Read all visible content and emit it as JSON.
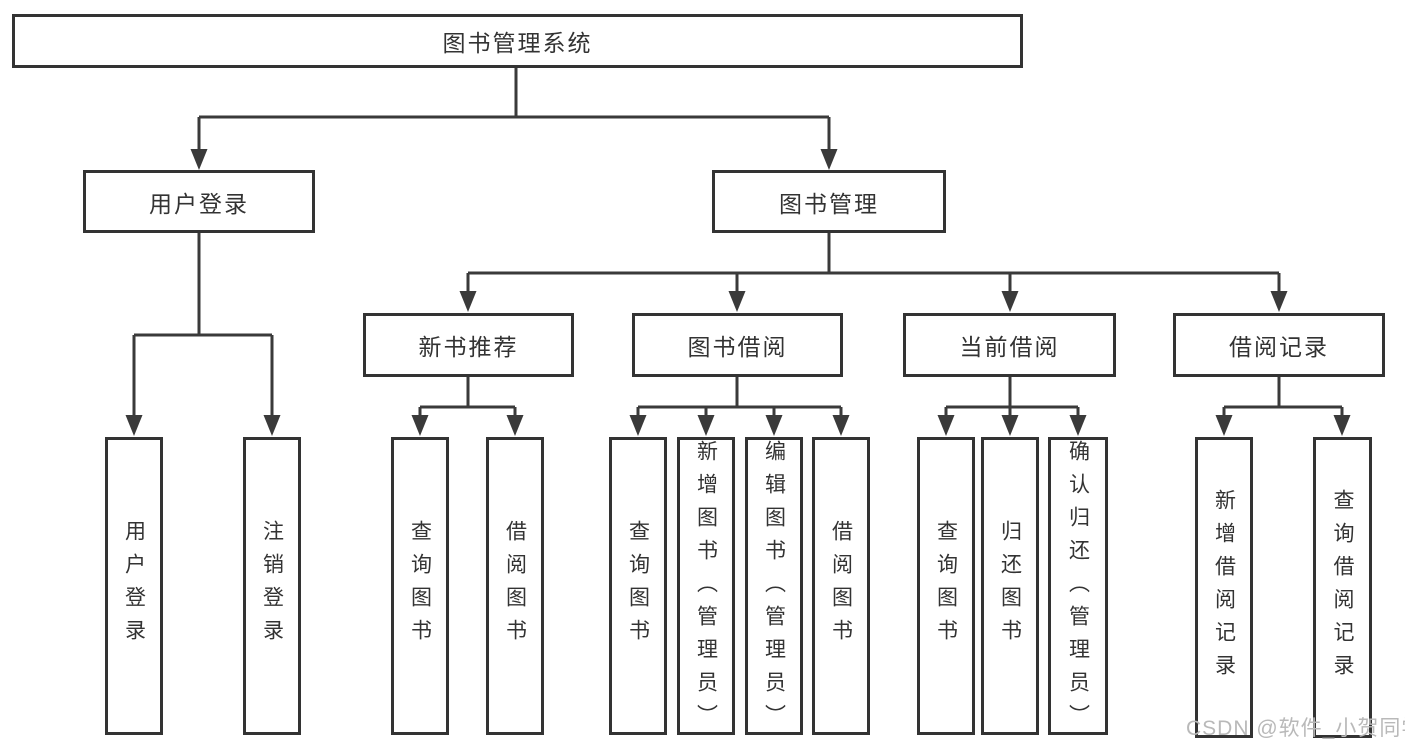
{
  "tree": {
    "root": {
      "label": "图书管理系统"
    },
    "branches": [
      {
        "label": "用户登录",
        "children": [
          {
            "label": "用户登录"
          },
          {
            "label": "注销登录"
          }
        ]
      },
      {
        "label": "图书管理",
        "children": [
          {
            "label": "新书推荐",
            "children": [
              {
                "label": "查询图书"
              },
              {
                "label": "借阅图书"
              }
            ]
          },
          {
            "label": "图书借阅",
            "children": [
              {
                "label": "查询图书"
              },
              {
                "label": "新增图书（管理员）"
              },
              {
                "label": "编辑图书（管理员）"
              },
              {
                "label": "借阅图书"
              }
            ]
          },
          {
            "label": "当前借阅",
            "children": [
              {
                "label": "查询图书"
              },
              {
                "label": "归还图书"
              },
              {
                "label": "确认归还（管理员）"
              }
            ]
          },
          {
            "label": "借阅记录",
            "children": [
              {
                "label": "新增借阅记录"
              },
              {
                "label": "查询借阅记录"
              }
            ]
          }
        ]
      }
    ]
  },
  "watermark": {
    "text": "CSDN @软件_小贺同学"
  },
  "colors": {
    "line": "#3a3a3a",
    "box_border": "#333333",
    "box_background": "#ffffff",
    "label_text": "#333333",
    "watermark_text": "#b9b9b9",
    "background": "#ffffff"
  }
}
